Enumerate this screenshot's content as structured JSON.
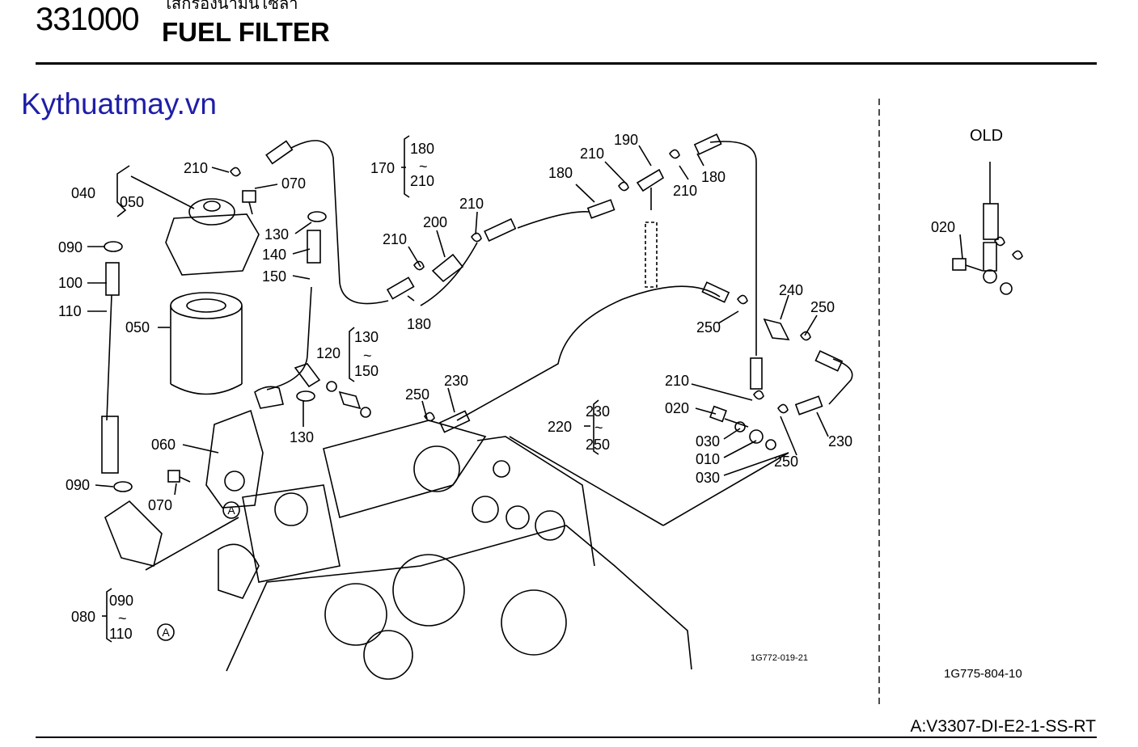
{
  "header": {
    "code": "331000",
    "thai_title": "ไส้กรองน้ำมันโซล่า",
    "title": "FUEL FILTER"
  },
  "watermark": "Kythuatmay.vn",
  "model_code": "A:V3307-DI-E2-1-SS-RT",
  "figure_codes": {
    "main": "1G772-019-21",
    "old": "1G775-804-10"
  },
  "old_label": "OLD",
  "callouts": [
    {
      "id": "c040",
      "text": "040"
    },
    {
      "id": "c050a",
      "text": "050"
    },
    {
      "id": "c210a",
      "text": "210"
    },
    {
      "id": "c070a",
      "text": "070"
    },
    {
      "id": "c090a",
      "text": "090"
    },
    {
      "id": "c130a",
      "text": "130"
    },
    {
      "id": "c140",
      "text": "140"
    },
    {
      "id": "c150",
      "text": "150"
    },
    {
      "id": "c100",
      "text": "100"
    },
    {
      "id": "c110",
      "text": "110"
    },
    {
      "id": "c050b",
      "text": "050"
    },
    {
      "id": "c170",
      "text": "170"
    },
    {
      "id": "c180a",
      "text": "180"
    },
    {
      "id": "c210b",
      "text": "210"
    },
    {
      "id": "c210c",
      "text": "210"
    },
    {
      "id": "c200",
      "text": "200"
    },
    {
      "id": "c210d",
      "text": "210"
    },
    {
      "id": "c180b",
      "text": "180"
    },
    {
      "id": "c210e",
      "text": "210"
    },
    {
      "id": "c190",
      "text": "190"
    },
    {
      "id": "c210f",
      "text": "210"
    },
    {
      "id": "c180c",
      "text": "180"
    },
    {
      "id": "c180d",
      "text": "180"
    },
    {
      "id": "c120",
      "text": "120"
    },
    {
      "id": "c130b",
      "text": "130"
    },
    {
      "id": "c150b",
      "text": "150"
    },
    {
      "id": "c240",
      "text": "240"
    },
    {
      "id": "c250a",
      "text": "250"
    },
    {
      "id": "c250b",
      "text": "250"
    },
    {
      "id": "c230a",
      "text": "230"
    },
    {
      "id": "c250c",
      "text": "250"
    },
    {
      "id": "c130c",
      "text": "130"
    },
    {
      "id": "c060",
      "text": "060"
    },
    {
      "id": "c220",
      "text": "220"
    },
    {
      "id": "c230b",
      "text": "230"
    },
    {
      "id": "c250d",
      "text": "250"
    },
    {
      "id": "c210g",
      "text": "210"
    },
    {
      "id": "c020a",
      "text": "020"
    },
    {
      "id": "c030a",
      "text": "030"
    },
    {
      "id": "c010",
      "text": "010"
    },
    {
      "id": "c030b",
      "text": "030"
    },
    {
      "id": "c250e",
      "text": "250"
    },
    {
      "id": "c230c",
      "text": "230"
    },
    {
      "id": "c090b",
      "text": "090"
    },
    {
      "id": "c070b",
      "text": "070"
    },
    {
      "id": "c080",
      "text": "080"
    },
    {
      "id": "c090c",
      "text": "090"
    },
    {
      "id": "c110b",
      "text": "110"
    },
    {
      "id": "c020b",
      "text": "020"
    }
  ],
  "tilde": "~",
  "markers": {
    "a": "A"
  }
}
